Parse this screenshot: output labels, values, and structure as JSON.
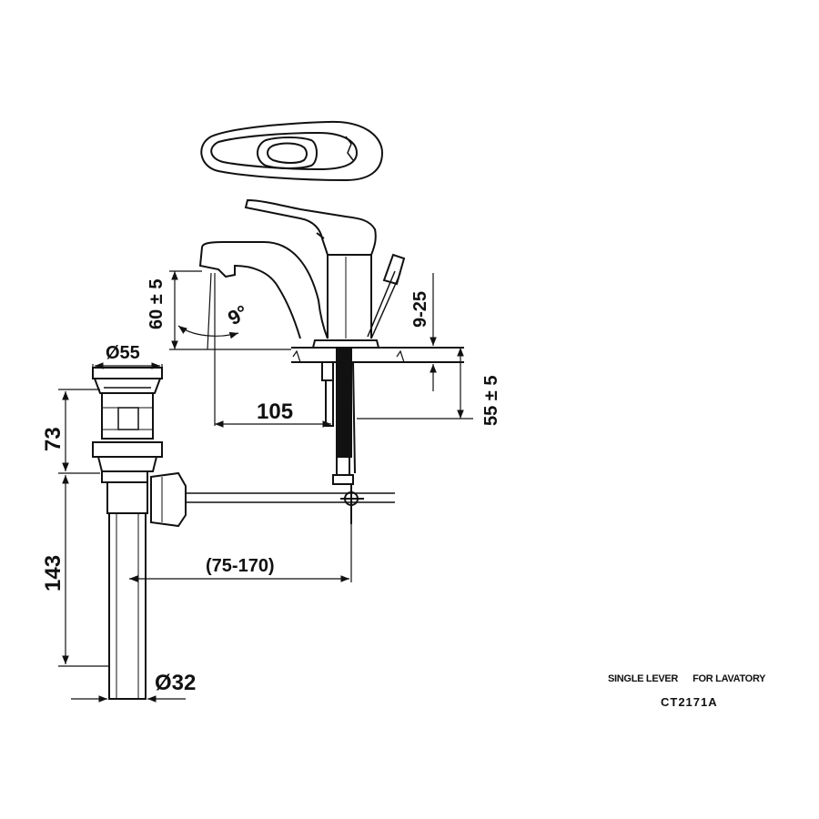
{
  "dimensions": {
    "spout_height": "60 ± 5",
    "spout_angle": "9°",
    "deck_thickness": "9-25",
    "body_below_deck": "55 ± 5",
    "reach": "105",
    "waste_diameter_top": "Ø55",
    "waste_upper_height": "73",
    "waste_lower_height": "143",
    "trap_offset": "(75-170)",
    "waste_diameter_bottom": "Ø32"
  },
  "caption": {
    "type": "SINGLE LEVER",
    "usage": "FOR LAVATORY",
    "model": "CT2171A"
  },
  "colors": {
    "line": "#111111",
    "background": "#ffffff"
  }
}
